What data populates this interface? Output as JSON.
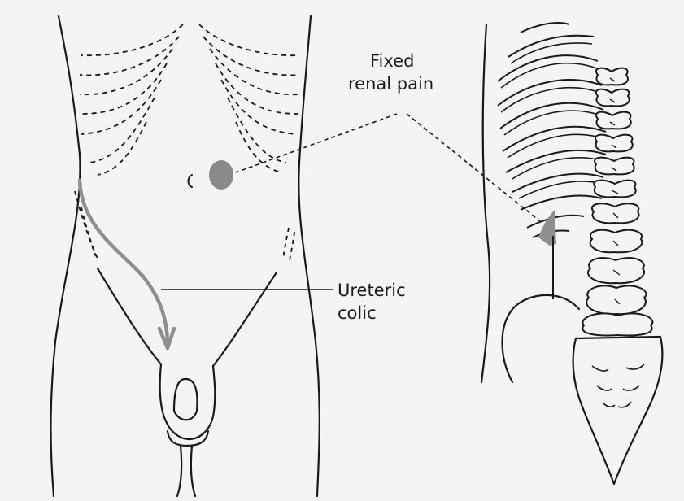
{
  "labels": {
    "fixed_renal_pain": [
      "Fixed",
      "renal pain"
    ],
    "ureteric_colic": [
      "Ureteric",
      "colic"
    ]
  },
  "colors": {
    "paper": "#f4f4f2",
    "ink": "#1a1a1a",
    "pain_spot": "#8a8a8a",
    "colic_arrow": "#8f8f8f"
  }
}
